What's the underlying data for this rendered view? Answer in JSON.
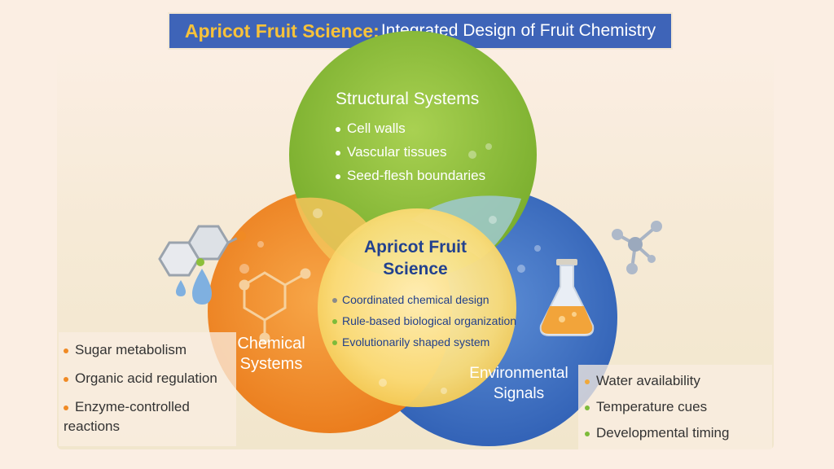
{
  "title": {
    "strong": "Apricot Fruit Science:",
    "rest": "Integrated Design of Fruit Chemistry"
  },
  "structural": {
    "heading": "Structural Systems",
    "items": [
      "Cell walls",
      "Vascular tissues",
      "Seed-flesh boundaries"
    ]
  },
  "center": {
    "title": "Apricot Fruit Science",
    "items": [
      "Coordinated chemical design",
      "Rule-based biological organization",
      "Evolutionarily shaped system"
    ]
  },
  "chemical": {
    "heading": "Chemical Systems",
    "items": [
      "Sugar metabolism",
      "Organic acid regulation",
      "Enzyme-controlled reactions"
    ]
  },
  "environmental": {
    "heading": "Environmental Signals",
    "items": [
      "Water availability",
      "Temperature cues",
      "Developmental timing"
    ]
  },
  "colors": {
    "green": "#8cbf3a",
    "orange": "#f08a24",
    "blue": "#3d6fc2",
    "yellow": "#f8d25a",
    "title_bar": "#3e64b8",
    "title_accent": "#f7c23a",
    "bullet_orange": "#f08a24",
    "bullet_green": "#7dbb3a",
    "bullet_gray": "#8a8a8a"
  },
  "icons": [
    "molecule-hexagon-icon",
    "water-drop-icon",
    "flask-icon",
    "molecule-network-icon"
  ]
}
